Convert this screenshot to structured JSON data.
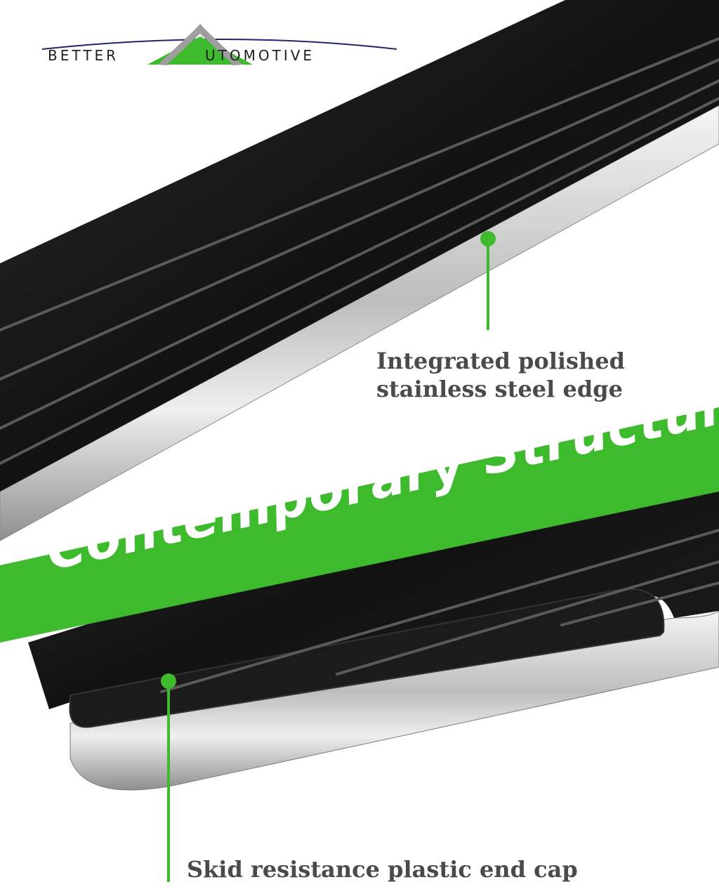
{
  "brand": {
    "left_text": "BETTER",
    "right_text": "UTOMOTIVE",
    "accent_color": "#3dbb2c"
  },
  "banner": {
    "title": "Contemporary Structure",
    "color": "#3dbb2c"
  },
  "callouts": [
    {
      "text": "Integrated polished stainless steel edge"
    },
    {
      "text": "Skid resistance plastic end cap"
    }
  ],
  "colors": {
    "step_black": "#161616",
    "chrome": "#d6d6d6",
    "line_text": "#4a4a4a"
  }
}
